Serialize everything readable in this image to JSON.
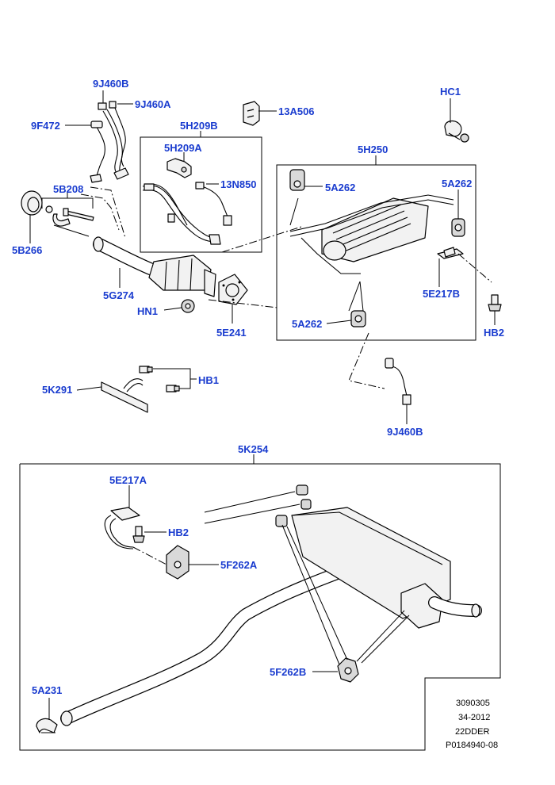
{
  "labels": {
    "9J460B_top": "9J460B",
    "9J460A": "9J460A",
    "9F472": "9F472",
    "13A506": "13A506",
    "HC1": "HC1",
    "5H209B": "5H209B",
    "5H209A": "5H209A",
    "13N850": "13N850",
    "5H250": "5H250",
    "5B208": "5B208",
    "5A262_left": "5A262",
    "5A262_right": "5A262",
    "5B266": "5B266",
    "5G274": "5G274",
    "HN1": "HN1",
    "5E241": "5E241",
    "5E217B": "5E217B",
    "5A262_bottom": "5A262",
    "HB2_top": "HB2",
    "HB1": "HB1",
    "5K291": "5K291",
    "9J460B_bottom": "9J460B",
    "5K254": "5K254",
    "5E217A": "5E217A",
    "HB2_bottom": "HB2",
    "5F262A": "5F262A",
    "5F262B": "5F262B",
    "5A231": "5A231"
  },
  "reference": {
    "line1": "3090305",
    "line2": "34-2012",
    "line3": "22DDER",
    "line4": "P0184940-08"
  }
}
